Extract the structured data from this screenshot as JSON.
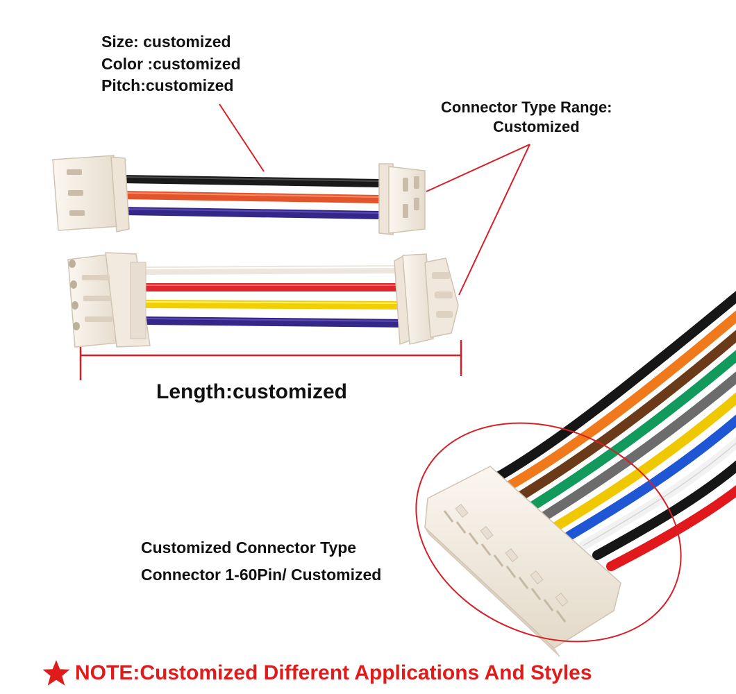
{
  "specs": {
    "size": "Size: customized",
    "color": "Color :customized",
    "pitch": "Pitch:customized"
  },
  "connector_range": {
    "line1": "Connector Type Range:",
    "line2": "Customized"
  },
  "length_label": "Length:customized",
  "connector_type": {
    "line1": "Customized Connector Type",
    "line2": "Connector 1-60Pin/ Customized"
  },
  "note": {
    "text": "NOTE:Customized Different Applications And Styles",
    "icon": "star-icon",
    "color": "#e01b1b"
  },
  "callout_color": "#d61f26",
  "wire_colors": {
    "cable_3pin": [
      "#1a1a1a",
      "#e4542b",
      "#35278a"
    ],
    "cable_4pin": [
      "#ece6de",
      "#e0262d",
      "#f2d000",
      "#35278a"
    ],
    "ribbon_10pin": [
      "#161616",
      "#f07a1b",
      "#6b3a18",
      "#129a5c",
      "#6c6c6c",
      "#f0c800",
      "#1f56d4",
      "#f2f2f2",
      "#161616",
      "#e2191c"
    ]
  },
  "connector_color": "#f4ede3"
}
